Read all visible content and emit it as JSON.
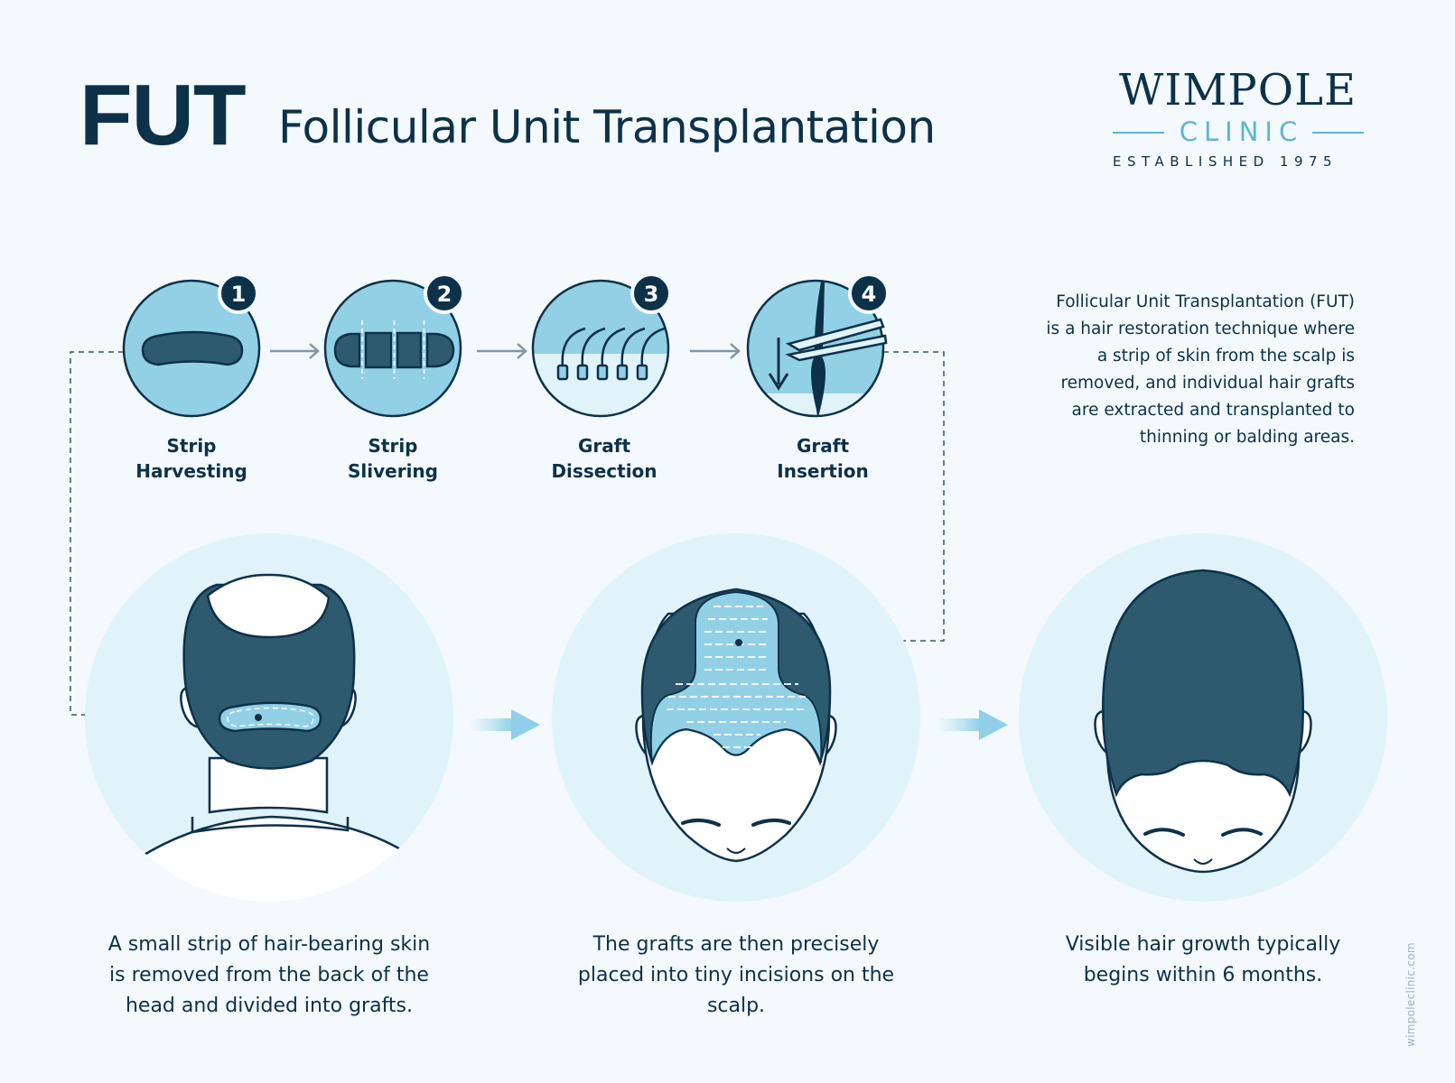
{
  "header": {
    "title_abbr": "FUT",
    "title_full": "Follicular Unit Transplantation"
  },
  "logo": {
    "name": "WIMPOLE",
    "sub": "CLINIC",
    "established": "ESTABLISHED 1975"
  },
  "steps": [
    {
      "number": "1",
      "label_line1": "Strip",
      "label_line2": "Harvesting",
      "icon": "skin-strip-icon"
    },
    {
      "number": "2",
      "label_line1": "Strip",
      "label_line2": "Slivering",
      "icon": "sliced-strip-icon"
    },
    {
      "number": "3",
      "label_line1": "Graft",
      "label_line2": "Dissection",
      "icon": "hair-grafts-icon"
    },
    {
      "number": "4",
      "label_line1": "Graft",
      "label_line2": "Insertion",
      "icon": "forceps-insertion-icon"
    }
  ],
  "intro_text": "Follicular Unit Transplantation (FUT) is a hair restoration technique where a strip of skin from the scalp is removed, and individual hair grafts are extracted and transplanted to thinning or balding areas.",
  "captions": [
    "A small strip of hair-bearing skin is removed from the back of the head and divided into grafts.",
    "The grafts are then precisely placed into tiny incisions on the scalp.",
    "Visible hair growth typically begins within 6 months."
  ],
  "website": "wimpoleclinic.com",
  "colors": {
    "navy": "#0d3149",
    "slate": "#2e5a70",
    "light_blue": "#92d0e6",
    "pale_blue": "#e0f3fb",
    "accent": "#5fb4d6",
    "background": "#f3f9fc"
  }
}
